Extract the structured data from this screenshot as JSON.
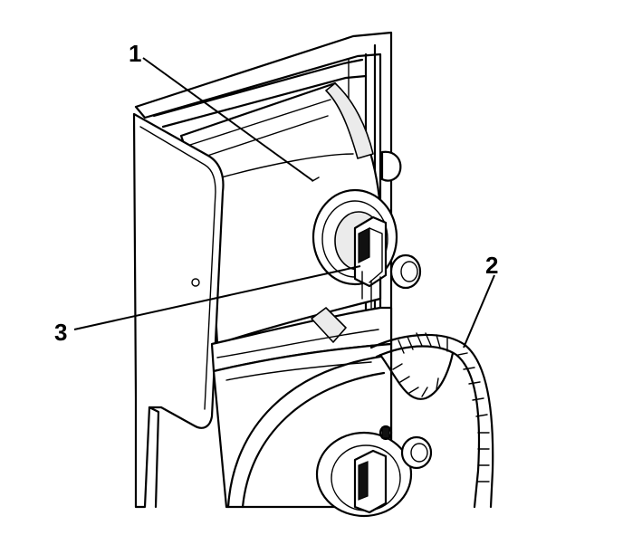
{
  "callouts": [
    {
      "id": "1",
      "label": "1"
    },
    {
      "id": "2",
      "label": "2"
    },
    {
      "id": "3",
      "label": "3"
    }
  ],
  "colors": {
    "line": "#000000",
    "background": "#ffffff",
    "shade": "#ebebeb"
  }
}
